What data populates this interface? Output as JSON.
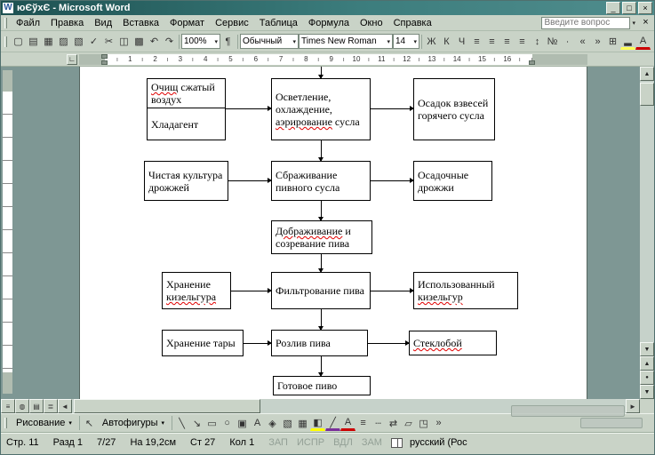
{
  "window": {
    "title": "юЄўхЄ - Microsoft Word"
  },
  "icons": {
    "minimize": "_",
    "maximize": "□",
    "close": "×",
    "dropdown": "▾",
    "up": "▲",
    "down": "▼",
    "left": "◄",
    "right": "►",
    "browse_prev": "▲",
    "browse_select": "●",
    "browse_next": "▼",
    "tab_selector": "∟",
    "select_arrow": "↖",
    "app_letter": "W"
  },
  "menus": [
    "Файл",
    "Правка",
    "Вид",
    "Вставка",
    "Формат",
    "Сервис",
    "Таблица",
    "Формула",
    "Окно",
    "Справка"
  ],
  "question_box": {
    "placeholder": "Введите вопрос"
  },
  "toolbar": {
    "zoom": "100%",
    "paragraph_glyph": "¶",
    "style": "Обычный",
    "font": "Times New Roman",
    "size": "14",
    "overflow": "»",
    "std_buttons": [
      {
        "name": "new-document-button",
        "glyph": "▢"
      },
      {
        "name": "open-button",
        "glyph": "▤"
      },
      {
        "name": "save-button",
        "glyph": "▦"
      },
      {
        "name": "print-button",
        "glyph": "▨"
      },
      {
        "name": "print-preview-button",
        "glyph": "▧"
      },
      {
        "name": "spelling-button",
        "glyph": "✓"
      },
      {
        "name": "cut-button",
        "glyph": "✂"
      },
      {
        "name": "copy-button",
        "glyph": "◫"
      },
      {
        "name": "paste-button",
        "glyph": "▩"
      },
      {
        "name": "undo-button",
        "glyph": "↶"
      },
      {
        "name": "redo-button",
        "glyph": "↷"
      }
    ],
    "fmt_buttons": [
      {
        "name": "bold-button",
        "glyph": "Ж"
      },
      {
        "name": "italic-button",
        "glyph": "К"
      },
      {
        "name": "underline-button",
        "glyph": "Ч"
      },
      {
        "name": "align-left-button",
        "glyph": "≡"
      },
      {
        "name": "align-center-button",
        "glyph": "≡"
      },
      {
        "name": "align-right-button",
        "glyph": "≡"
      },
      {
        "name": "justify-button",
        "glyph": "≡"
      },
      {
        "name": "line-spacing-button",
        "glyph": "↕"
      },
      {
        "name": "numbered-list-button",
        "glyph": "№"
      },
      {
        "name": "bullet-list-button",
        "glyph": "∙"
      },
      {
        "name": "decrease-indent-button",
        "glyph": "«"
      },
      {
        "name": "increase-indent-button",
        "glyph": "»"
      },
      {
        "name": "borders-button",
        "glyph": "⊞"
      },
      {
        "name": "highlight-button",
        "glyph": "▂",
        "color": "#ffff55"
      },
      {
        "name": "font-color-button",
        "glyph": "А",
        "color": "#cc0000"
      }
    ]
  },
  "ruler": {
    "numbers": [
      "1",
      "2",
      "3",
      "4",
      "5",
      "6",
      "7",
      "8",
      "9",
      "10",
      "11",
      "12",
      "13",
      "14",
      "15",
      "16"
    ]
  },
  "flowchart": {
    "a1_miss": "Очищ",
    "a1_rest": " сжатый воздух",
    "a1_bottom": "Хладагент",
    "b1_pre": "Осветление, охлаждение, ",
    "b1_miss": "аэрирование",
    "b1_post": " сусла",
    "c1": "Осадок взвесей горячего сусла",
    "a2": "Чистая культура дрожжей",
    "b2": "Сбраживание пивного сусла",
    "c2": "Осадочные дрожжи",
    "b3_miss": "Дображивание",
    "b3_post": " и созревание пива",
    "a4_pre": "Хранение ",
    "a4_miss": "кизельгура",
    "b4": "Фильтрование пива",
    "c4_pre": "Использованный ",
    "c4_miss": "кизельгур",
    "a5": "Хранение тары",
    "b5": "Розлив пива",
    "c5_miss": "Стеклобой",
    "b6": "Готовое пиво"
  },
  "drawbar": {
    "drawing_label": "Рисование",
    "autoshapes_label": "Автофигуры",
    "overflow": "»",
    "buttons": [
      {
        "name": "line-button",
        "glyph": "╲"
      },
      {
        "name": "arrow-button",
        "glyph": "↘"
      },
      {
        "name": "rectangle-button",
        "glyph": "▭"
      },
      {
        "name": "oval-button",
        "glyph": "○"
      },
      {
        "name": "text-box-button",
        "glyph": "▣"
      },
      {
        "name": "wordart-button",
        "glyph": "А"
      },
      {
        "name": "diagram-button",
        "glyph": "◈"
      },
      {
        "name": "clip-art-button",
        "glyph": "▧"
      },
      {
        "name": "insert-picture-button",
        "glyph": "▦"
      },
      {
        "name": "fill-color-button",
        "glyph": "◧",
        "color": "#ffff00"
      },
      {
        "name": "line-color-button",
        "glyph": "╱",
        "color": "#7a2f9a"
      },
      {
        "name": "font-color-button-draw",
        "glyph": "А",
        "color": "#cc0000"
      },
      {
        "name": "line-style-button",
        "glyph": "≡"
      },
      {
        "name": "dash-style-button",
        "glyph": "┄"
      },
      {
        "name": "arrow-style-button",
        "glyph": "⇄"
      },
      {
        "name": "shadow-style-button",
        "glyph": "▱"
      },
      {
        "name": "threed-style-button",
        "glyph": "◳"
      }
    ]
  },
  "statusbar": {
    "page": "Стр. 11",
    "section": "Разд 1",
    "position": "7/27",
    "at": "На 19,2см",
    "line": "Ст 27",
    "col": "Кол 1",
    "toggles": [
      "ЗАП",
      "ИСПР",
      "ВДЛ",
      "ЗАМ"
    ],
    "language": "русский (Рос"
  }
}
